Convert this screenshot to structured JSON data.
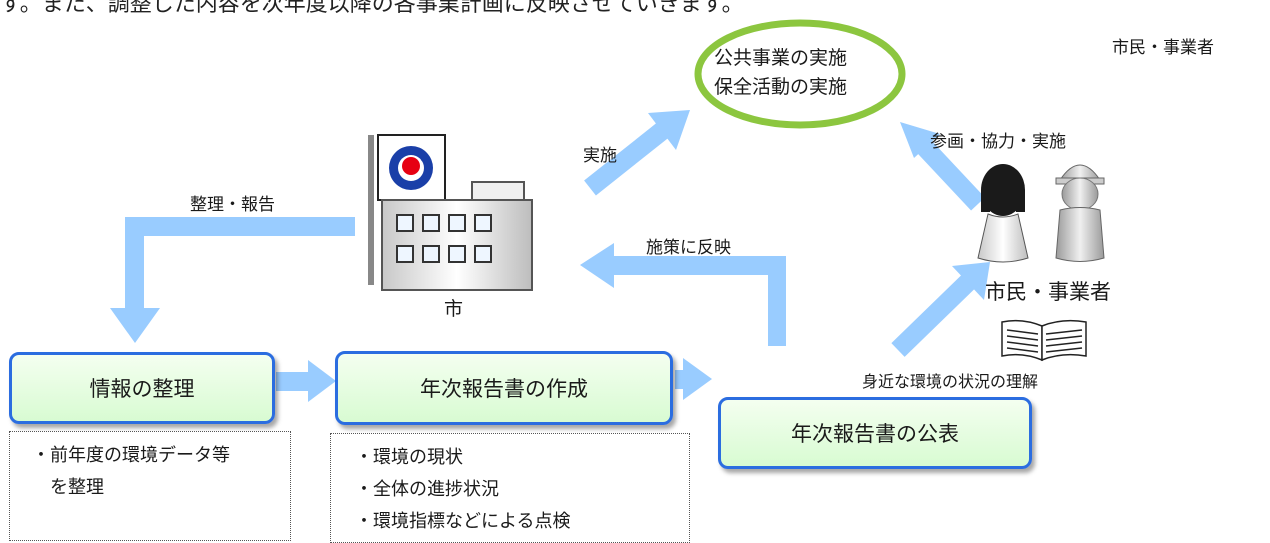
{
  "top_text": "す。また、調整した内容を次年度以降の各事業計画に反映させていきます。",
  "corner_label": "市民・事業者",
  "ellipse": {
    "line1": "公共事業の実施",
    "line2": "保全活動の実施"
  },
  "arrows": {
    "implement": "実施",
    "participate": "参画・協力・実施",
    "organize_report": "整理・報告",
    "reflect": "施策に反映",
    "understand": "身近な環境の状況の理解"
  },
  "city_label": "市",
  "citizens_label": "市民・事業者",
  "boxes": {
    "organize": "情報の整理",
    "create": "年次報告書の作成",
    "publish": "年次報告書の公表"
  },
  "notes": {
    "organize": [
      "・前年度の環境データ等",
      "を整理"
    ],
    "create": [
      "・環境の現状",
      "・全体の進捗状況",
      "・環境指標などによる点検"
    ]
  }
}
